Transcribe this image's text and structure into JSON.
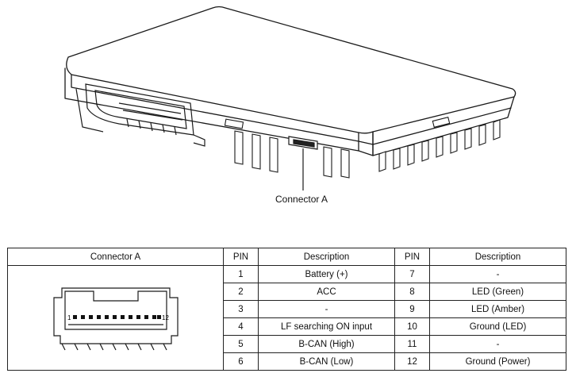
{
  "callout": {
    "label": "Connector A"
  },
  "table": {
    "headers": [
      "Connector A",
      "PIN",
      "Description",
      "PIN",
      "Description"
    ],
    "rows": [
      {
        "pin_left": "1",
        "desc_left": "Battery (+)",
        "pin_right": "7",
        "desc_right": "-"
      },
      {
        "pin_left": "2",
        "desc_left": "ACC",
        "pin_right": "8",
        "desc_right": "LED (Green)"
      },
      {
        "pin_left": "3",
        "desc_left": "-",
        "pin_right": "9",
        "desc_right": "LED (Amber)"
      },
      {
        "pin_left": "4",
        "desc_left": "LF searching ON input",
        "pin_right": "10",
        "desc_right": "Ground (LED)"
      },
      {
        "pin_left": "5",
        "desc_left": "B-CAN (High)",
        "pin_right": "11",
        "desc_right": "-"
      },
      {
        "pin_left": "6",
        "desc_left": "B-CAN (Low)",
        "pin_right": "12",
        "desc_right": "Ground (Power)"
      }
    ]
  },
  "connector_face": {
    "first_pin": "1",
    "last_pin": "12"
  }
}
